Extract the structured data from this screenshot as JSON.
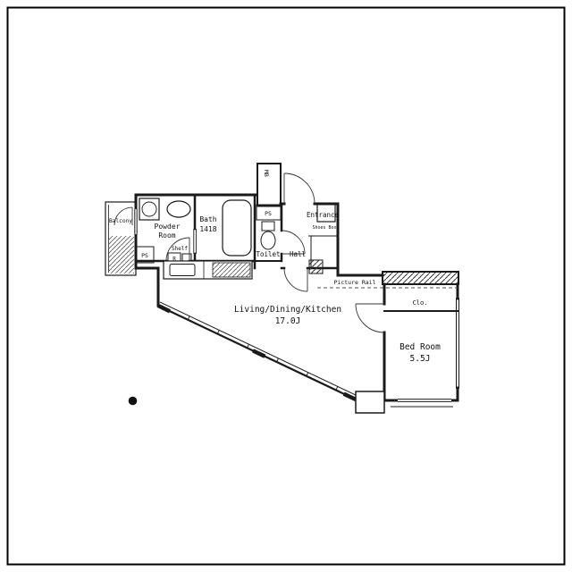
{
  "floor_plan": {
    "rooms": {
      "balcony": {
        "label": "Balcony"
      },
      "powder_room": {
        "line1": "Powder",
        "line2": "Room"
      },
      "bath": {
        "label": "Bath",
        "size": "1418"
      },
      "toilet": {
        "label": "Toilet"
      },
      "hall": {
        "label": "Hall"
      },
      "entrance": {
        "label": "Entrance"
      },
      "living_dining_kitchen": {
        "label": "Living/Dining/Kitchen",
        "size": "17.0J"
      },
      "bed_room": {
        "label": "Bed Room",
        "size": "5.5J"
      },
      "closet": {
        "label": "Clo."
      }
    },
    "fixtures": {
      "shoes_box": "Shoes Box",
      "picture_rail": "Picture Rail",
      "meter_box": "MB",
      "pipe_space_top": "PS",
      "pipe_space_left": "PS",
      "shelf": "Shelf",
      "refrigerator": "R"
    },
    "colors": {
      "line": "#1a1a1a",
      "background": "#ffffff",
      "hatch": "#444444"
    }
  }
}
